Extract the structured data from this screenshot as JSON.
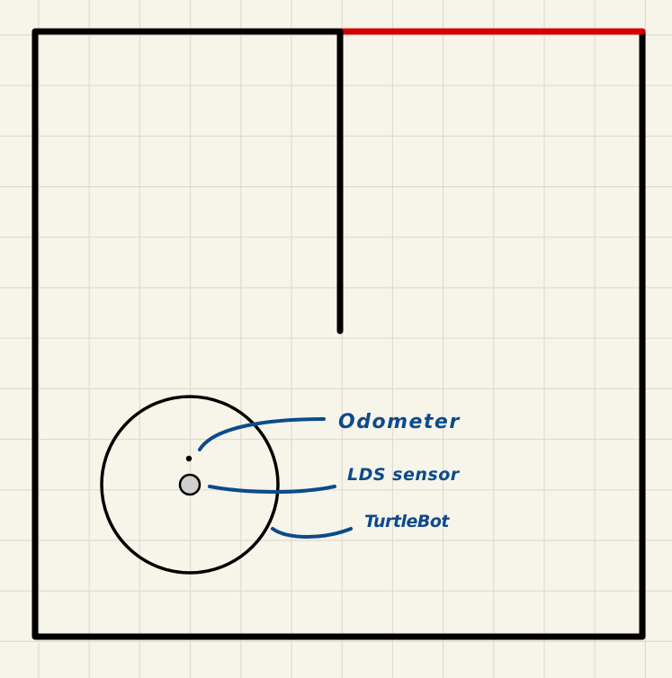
{
  "labels": {
    "odometer": "Odometer",
    "lds_sensor": "LDS sensor",
    "turtlebot": "TurtleBot"
  },
  "colors": {
    "background": "#f7f4e9",
    "grid": "#dedbd0",
    "wall": "#000000",
    "highlight_wall": "#d40000",
    "annotation": "#0d4a8c",
    "sensor_fill": "#cfcfcf"
  }
}
